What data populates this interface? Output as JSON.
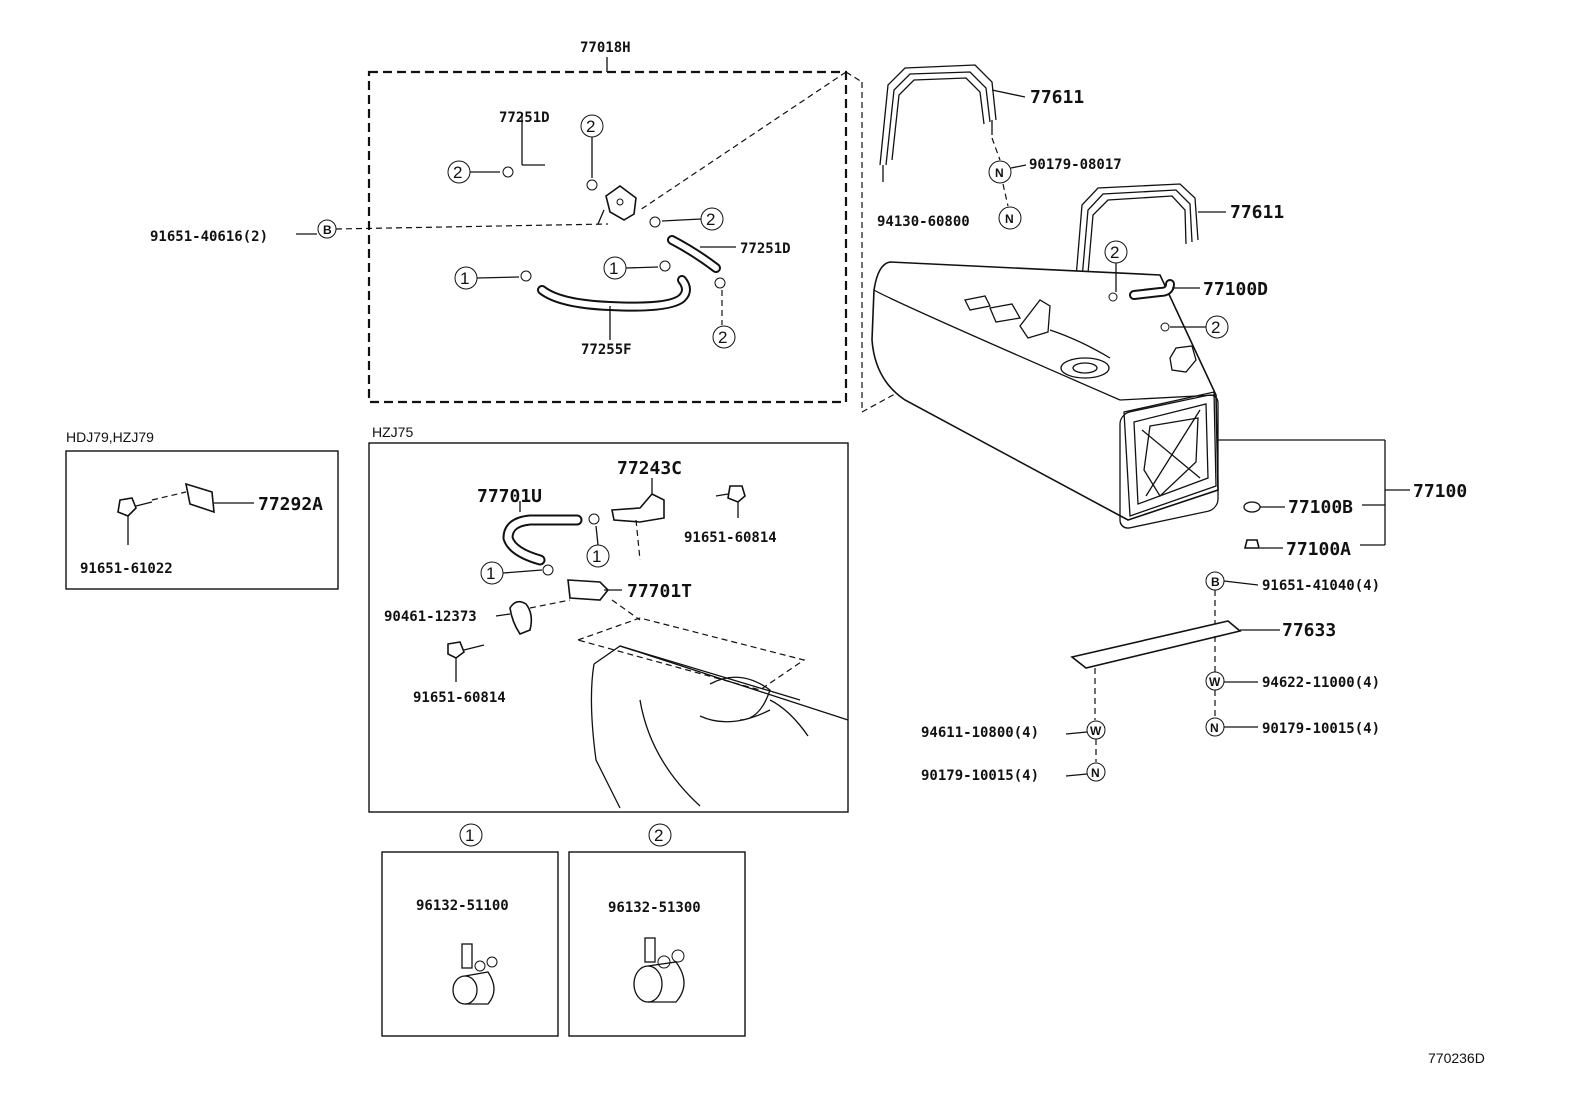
{
  "labels": {
    "assy_77018H": "77018H",
    "hose_77251D_a": "77251D",
    "hose_77251D_b": "77251D",
    "hose_77255F": "77255F",
    "bolt_91651_40616": "91651-40616(2)",
    "band_77611_a": "77611",
    "band_77611_b": "77611",
    "nut_90179_08017": "90179-08017",
    "nut_94130_60800": "94130-60800",
    "hose_77100D": "77100D",
    "tank_77100": "77100",
    "part_77100B": "77100B",
    "part_77100A": "77100A",
    "bolt_91651_41040": "91651-41040(4)",
    "plate_77633": "77633",
    "washer_94622_11000": "94622-11000(4)",
    "nut_90179_10015_a": "90179-10015(4)",
    "washer_94611_10800": "94611-10800(4)",
    "nut_90179_10015_b": "90179-10015(4)",
    "hose_77701U": "77701U",
    "bracket_77243C": "77243C",
    "bolt_91651_60814_a": "91651-60814",
    "filter_77701T": "77701T",
    "clamp_90461_12373": "90461-12373",
    "bolt_91651_60814_b": "91651-60814",
    "bracket_77292A": "77292A",
    "bolt_91651_61022": "91651-61022",
    "clip_96132_51100": "96132-51100",
    "clip_96132_51300": "96132-51300"
  },
  "captions": {
    "hdj79": "HDJ79,HZJ79",
    "hzj75": "HZJ75"
  },
  "symbols": {
    "one": "1",
    "two": "2",
    "bolt": "B",
    "nut": "N",
    "washer": "W"
  },
  "footer": {
    "diagram_id": "770236D"
  }
}
